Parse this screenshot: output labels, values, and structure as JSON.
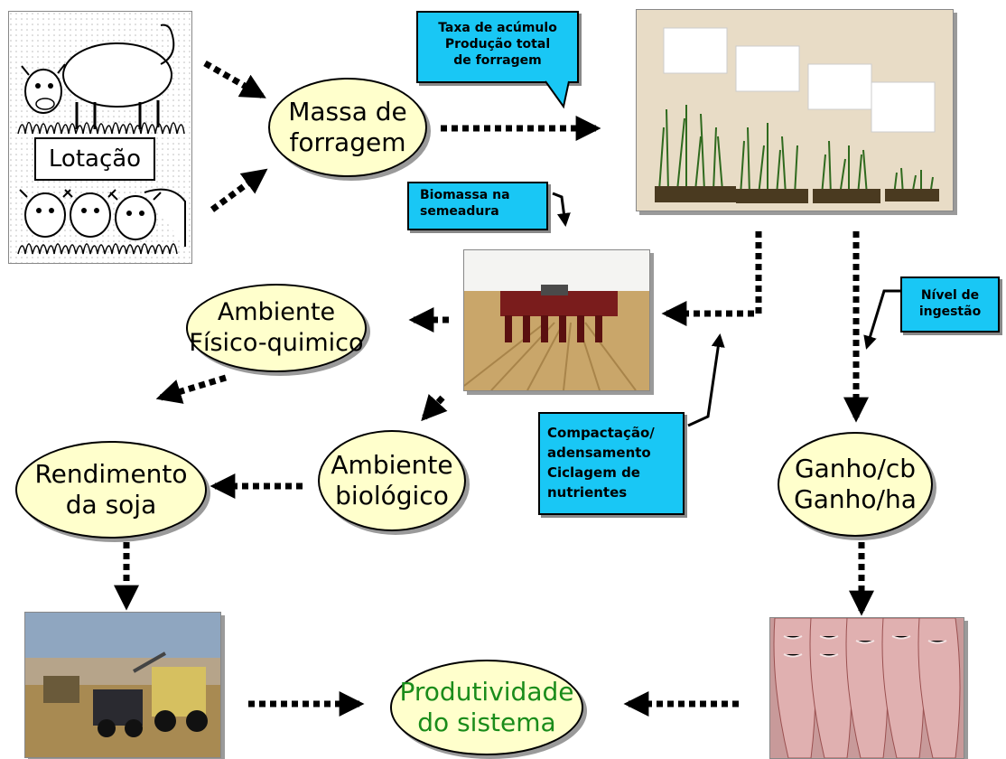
{
  "nodes": {
    "lotacao": "Lotação",
    "massa": [
      "Massa de",
      "forragem"
    ],
    "ambiente_fisico": [
      "Ambiente",
      "Físico-quimico"
    ],
    "ambiente_biologico": [
      "Ambiente",
      "biológico"
    ],
    "rendimento": [
      "Rendimento",
      "da soja"
    ],
    "ganho": [
      "Ganho/cb",
      "Ganho/ha"
    ],
    "produtividade": [
      "Produtividade",
      "do sistema"
    ]
  },
  "callouts": {
    "taxa": [
      "Taxa de acúmulo",
      "Produção total",
      "de forragem"
    ],
    "biomassa": [
      "Biomassa na",
      "semeadura"
    ],
    "compactacao": [
      "Compactação/",
      "adensamento",
      "Ciclagem de",
      "nutrientes"
    ],
    "nivel": [
      "Nível de",
      "ingestão"
    ]
  },
  "colors": {
    "ellipse_fill": "#ffffcc",
    "callout_fill": "#19c7f5",
    "produtividade_text": "#1a8c1a"
  }
}
